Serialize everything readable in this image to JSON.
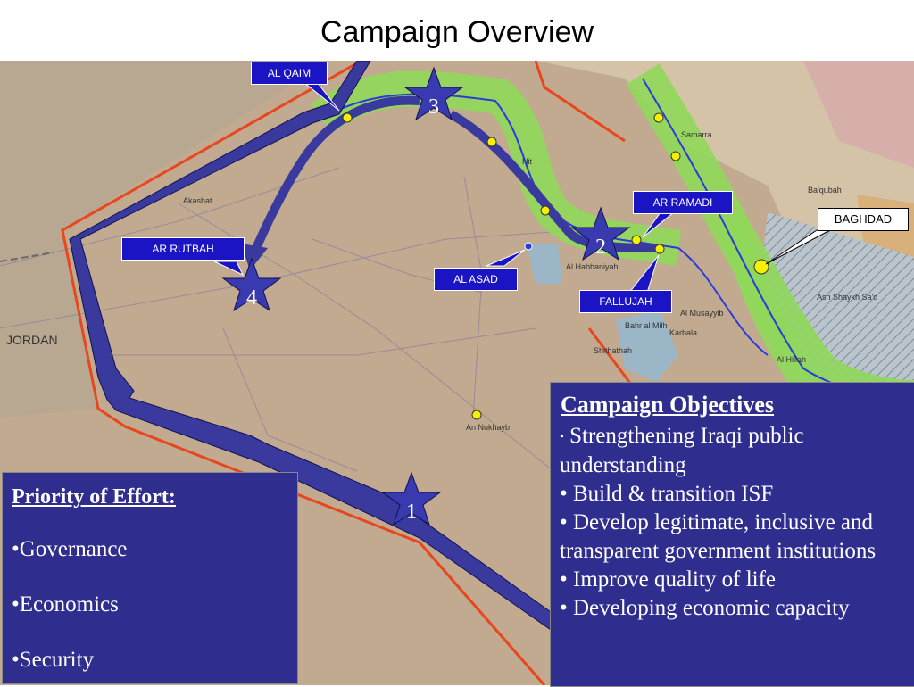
{
  "title": "Campaign Overview",
  "map": {
    "jordan_label": "JORDAN",
    "places": {
      "akashat": "Akashat",
      "an_nukhayb": "An Nukhayb",
      "karbala": "Karbala",
      "shithathah": "Shithathah",
      "hit": "Hit",
      "al_habbaniyah": "Al Habbaniyah",
      "bahr_al_milh": "Bahr al Milh",
      "al_musayyib": "Al Musayyib",
      "al_hillah": "Al Hillah",
      "samarra": "Samarra",
      "baqubah": "Ba'qubah",
      "ash_shaykh_sad": "Ash Shaykh Sa'd"
    },
    "city_labels": {
      "al_qaim": "AL QAIM",
      "ar_ramadi": "AR RAMADI",
      "baghdad": "BAGHDAD",
      "ar_rutbah": "AR RUTBAH",
      "al_asad": "AL ASAD",
      "fallujah": "FALLUJAH"
    },
    "stars": [
      "1",
      "2",
      "3",
      "4"
    ]
  },
  "priority": {
    "heading": "Priority of Effort:",
    "items": [
      "•Governance",
      "•Economics",
      "•Security"
    ]
  },
  "objectives": {
    "heading": "Campaign Objectives",
    "items": [
      "Strengthening Iraqi public understanding",
      "• Build & transition ISF",
      "• Develop legitimate, inclusive and transparent government institutions",
      "• Improve quality of life",
      "• Developing economic capacity"
    ]
  },
  "colors": {
    "terrain": "#c1aa90",
    "arrow": "#3a3a9e",
    "border": "#e8461e",
    "green_zone": "#8fd85a",
    "river": "#2a3bd8",
    "box": "#2f2e8f",
    "label": "#1a14c4"
  }
}
